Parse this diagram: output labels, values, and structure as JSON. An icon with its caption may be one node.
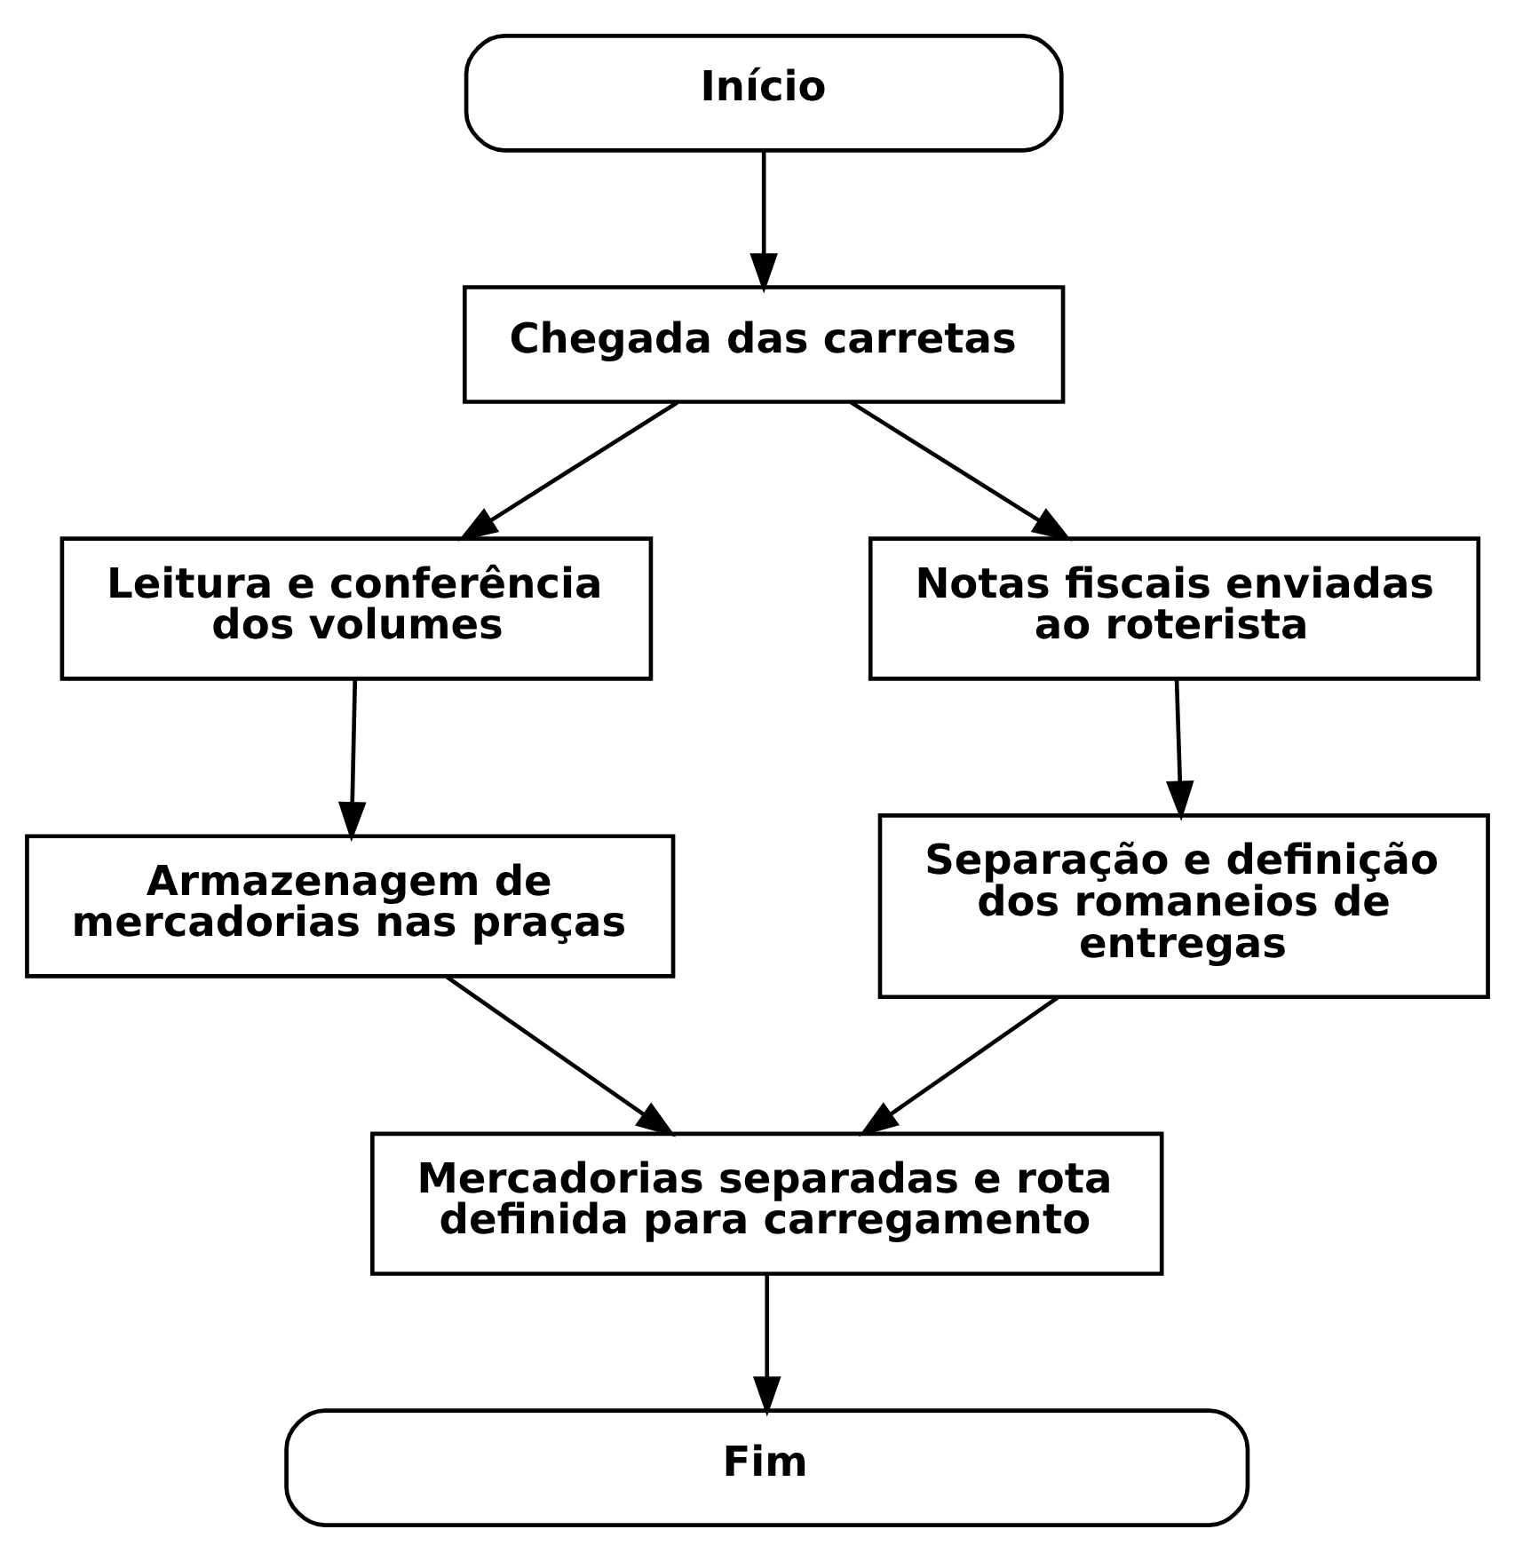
{
  "diagram": {
    "nodes": [
      {
        "text": [
          "Início"
        ]
      },
      {
        "text": [
          "Chegada das carretas"
        ]
      },
      {
        "text": [
          "Leitura e conferência dos volumes"
        ]
      },
      {
        "text": [
          "Notas fiscais enviadas ao roterista"
        ]
      },
      {
        "text": [
          "Armazenagem de mercadorias nas praças"
        ]
      },
      {
        "text": [
          "Separação e definição dos romaneios de entregas"
        ]
      },
      {
        "text": [
          "Mercadorias separadas e rota definida para carregamento"
        ]
      },
      {
        "text": [
          "Fim"
        ]
      }
    ],
    "edges": [
      {
        "from": 0,
        "to": 1,
        "arrow": "to"
      },
      {
        "from": 1,
        "to": 2,
        "arrow": "to"
      },
      {
        "from": 1,
        "to": 3,
        "arrow": "to"
      },
      {
        "from": 2,
        "to": 4,
        "arrow": "to"
      },
      {
        "from": 3,
        "to": 5,
        "arrow": "to"
      },
      {
        "from": 4,
        "to": 6,
        "arrow": "to"
      },
      {
        "from": 5,
        "to": 6,
        "arrow": "to"
      },
      {
        "from": 6,
        "to": 7,
        "arrow": "to"
      }
    ]
  }
}
